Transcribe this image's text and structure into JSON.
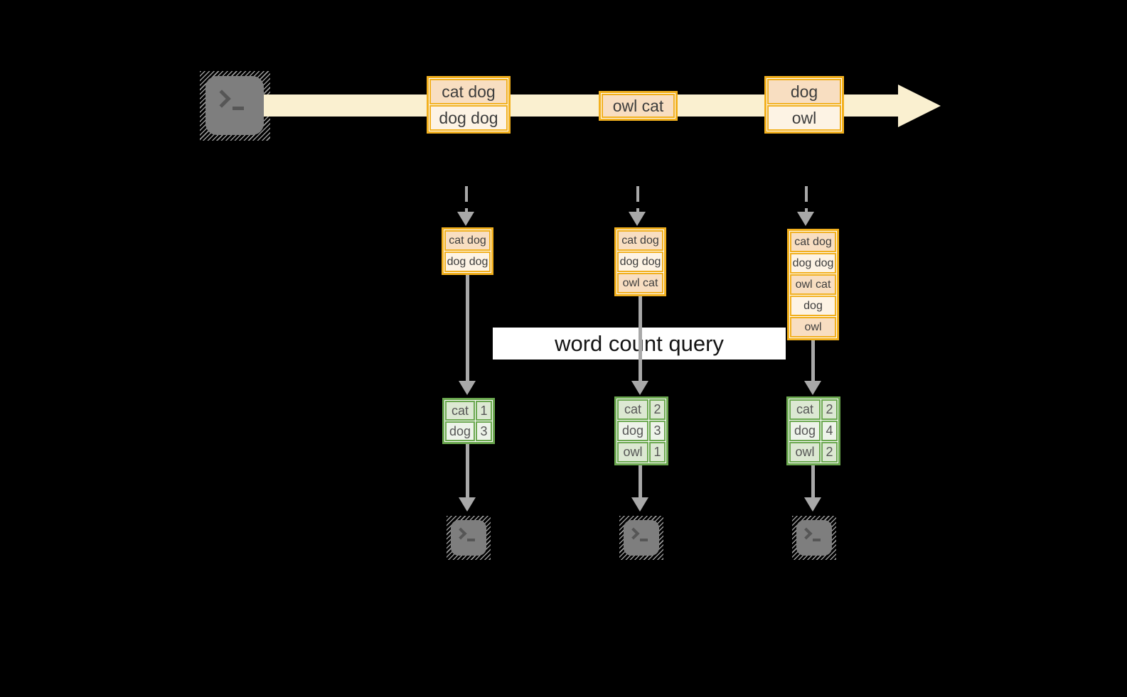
{
  "banner": {
    "label": "word count query"
  },
  "stream": {
    "source_icon": "terminal-icon",
    "batches": [
      {
        "rows": [
          "cat dog",
          "dog dog"
        ]
      },
      {
        "rows": [
          "owl cat"
        ]
      },
      {
        "rows": [
          "dog",
          "owl"
        ]
      }
    ]
  },
  "microbatches": [
    {
      "rows": [
        "cat dog",
        "dog dog"
      ]
    },
    {
      "rows": [
        "cat dog",
        "dog dog",
        "owl cat"
      ]
    },
    {
      "rows": [
        "cat dog",
        "dog dog",
        "owl cat",
        "dog",
        "owl"
      ]
    }
  ],
  "count_tables": [
    {
      "rows": [
        [
          "cat",
          "1"
        ],
        [
          "dog",
          "3"
        ]
      ]
    },
    {
      "rows": [
        [
          "cat",
          "2"
        ],
        [
          "dog",
          "3"
        ],
        [
          "owl",
          "1"
        ]
      ]
    },
    {
      "rows": [
        [
          "cat",
          "2"
        ],
        [
          "dog",
          "4"
        ],
        [
          "owl",
          "2"
        ]
      ]
    }
  ],
  "icons": {
    "source": "terminal-icon",
    "sinks": [
      "terminal-icon",
      "terminal-icon",
      "terminal-icon"
    ]
  },
  "colors": {
    "background": "#000000",
    "stream_band": "#FAF0D0",
    "orange_border": "#F2B01E",
    "orange_fill_dark": "#F8DEC1",
    "orange_fill_light": "#FDF3E4",
    "green_border": "#6BA84F",
    "green_fill_dark": "#DCE8D2",
    "green_fill_light": "#EDF3E9",
    "arrow_gray": "#A8A8A8",
    "banner_bg": "#FFFFFF"
  }
}
